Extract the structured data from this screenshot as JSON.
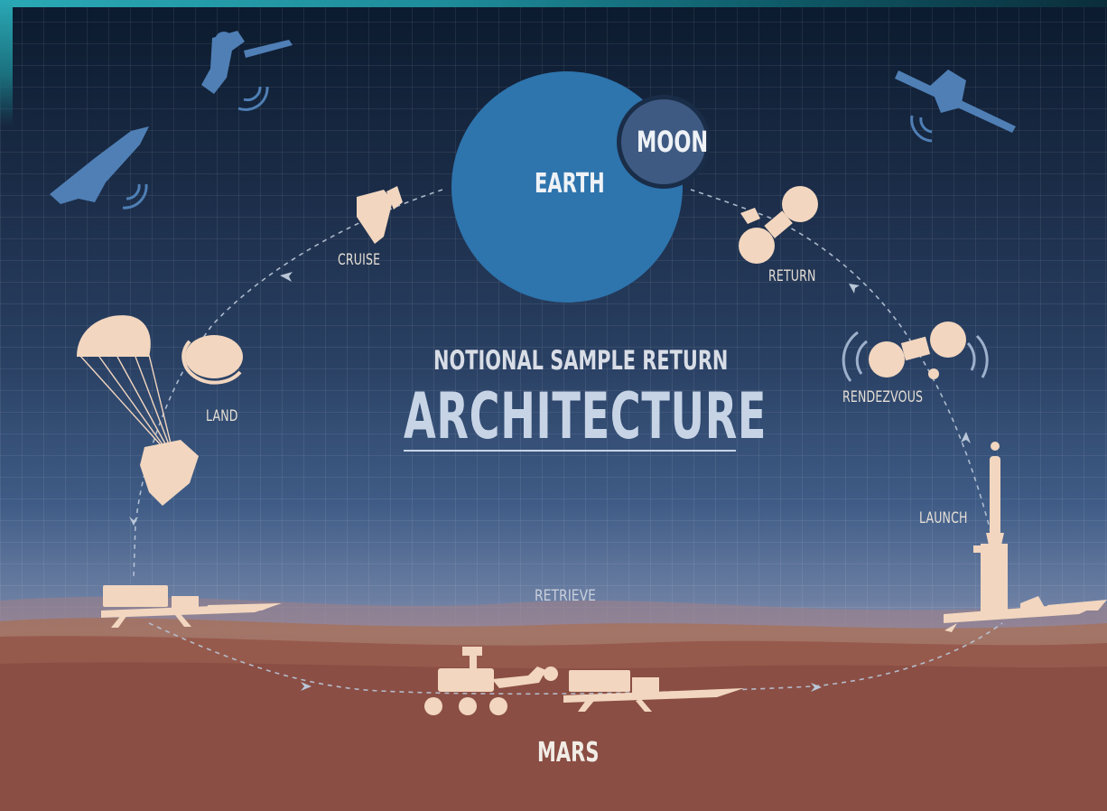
{
  "diagram": {
    "title_small": "NOTIONAL SAMPLE RETURN",
    "title_main": "ARCHITECTURE",
    "bodies": {
      "earth": "EARTH",
      "moon": "MOON",
      "mars": "MARS"
    },
    "stages": {
      "cruise": "CRUISE",
      "land": "LAND",
      "retrieve": "RETRIEVE",
      "launch": "LAUNCH",
      "rendezvous": "RENDEZVOUS",
      "return": "RETURN"
    },
    "colors": {
      "earth": "#2e74ad",
      "moon": "#3f5a82",
      "spacecraft": "#f2d6bf",
      "satellite": "#4f7fb5",
      "mars_surface": "#8a4f46",
      "path_dash": "#b9c6d8"
    },
    "icons": [
      "satellite-icon",
      "cruise-stage-icon",
      "lander-icon",
      "parachute-icon",
      "rover-icon",
      "fetch-rover-icon",
      "ascent-vehicle-icon",
      "orbiter-icon"
    ]
  }
}
